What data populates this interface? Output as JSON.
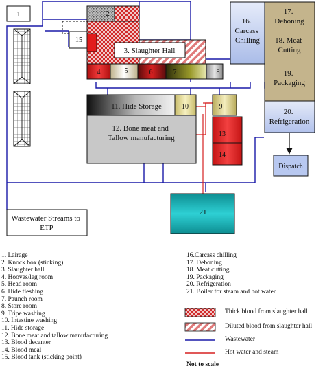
{
  "boxes": {
    "b1": "1",
    "b2": "2",
    "b15": "15",
    "b3": "3. Slaughter Hall",
    "b4": "4",
    "b5": "5",
    "b6": "6",
    "b7": "7",
    "b8": "8",
    "b16": "16.\nCarcass\nChilling",
    "b17": "17.\nDeboning",
    "b18": "18. Meat\nCutting",
    "b19": "19.\nPackaging",
    "b20": "20.\nRefrigeration",
    "b11": "11. Hide Storage",
    "b10": "10",
    "b9": "9",
    "b12": "12. Bone meat and\nTallow manufacturing",
    "b13": "13",
    "b14": "14",
    "dispatch": "Dispatch",
    "b21": "21",
    "etp": "Wastewater Streams to\nETP"
  },
  "legend_left": [
    "1.    Lairage",
    "2.    Knock box (sticking)",
    "3.    Slaughter hall",
    "4.    Hooves/leg room",
    "5.    Head room",
    "6.    Hide fleshing",
    "7.    Paunch room",
    "8.    Store room",
    "9.    Tripe washing",
    "10.  Intestine washing",
    "11.  Hide storage",
    "12.  Bone meat and tallow manufacturing",
    "13.  Blood decanter",
    "14.  Blood meal",
    "15.  Blood tank (sticking point)"
  ],
  "legend_right": [
    "16.Carcass chilling",
    "17. Deboning",
    "18. Meat cutting",
    "19. Packaging",
    "20. Refrigeration",
    "21. Boiler for steam and hot water"
  ],
  "key": {
    "thick_blood": "Thick blood from slaughter hall",
    "diluted_blood": "Diluted blood from slaughter hall",
    "wastewater": "Wastewater",
    "hot_water": "Hot water and steam",
    "not_to_scale": "Not to scale"
  },
  "colors": {
    "wastewater": "#1a1aa8",
    "hot_water": "#d62020",
    "thick_blood": "#cc1e1e",
    "carcass_chilling": "#c8d4f0",
    "deboning": "#c4b48c",
    "boiler": "#1ab0b4",
    "blood_tank": "#e21b1b"
  },
  "icons": [
    "arrow-down-icon"
  ]
}
